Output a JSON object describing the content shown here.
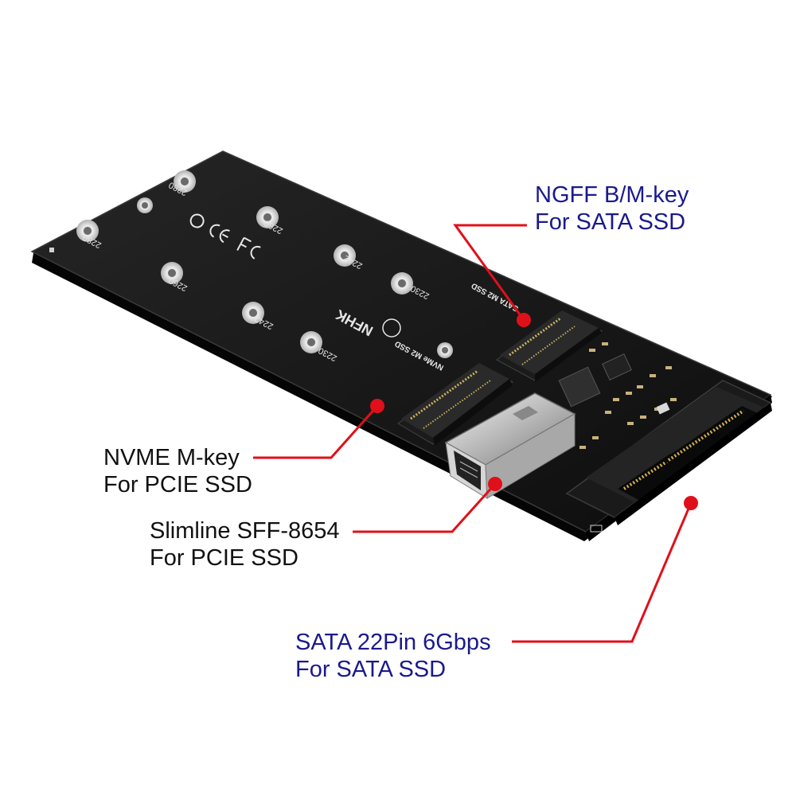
{
  "callouts": {
    "ngff": {
      "line1": "NGFF B/M-key",
      "line2": "For SATA SSD"
    },
    "nvme": {
      "line1": "NVME M-key",
      "line2": "For PCIE SSD"
    },
    "slimline": {
      "line1": "Slimline SFF-8654",
      "line2": "For PCIE SSD"
    },
    "sata": {
      "line1": "SATA 22Pin 6Gbps",
      "line2": "For SATA SSD"
    }
  },
  "board": {
    "standoffs": [
      "2280",
      "2280",
      "2260",
      "2260",
      "2242",
      "2242",
      "2230",
      "2230"
    ],
    "slot_labels": [
      "SATA M2 SSD",
      "NVMe M2 SSD"
    ],
    "brand": "NFHK"
  },
  "colors": {
    "callout_blue": "#1a1a8c",
    "callout_black": "#111111",
    "leader_red": "#e0101a",
    "pcb": "#141414"
  }
}
